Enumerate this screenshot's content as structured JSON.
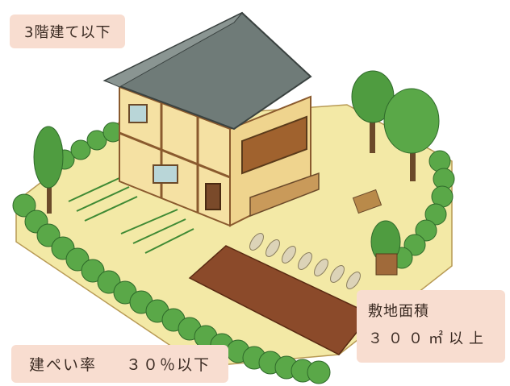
{
  "labels": {
    "floors": "3階建て以下",
    "site_area_title": "敷地面積",
    "site_area_value": "３００㎡以上",
    "coverage_label": "建ぺい率",
    "coverage_value": "３０％以下"
  },
  "colors": {
    "ground": "#f3e9a6",
    "wall": "#f5e1a3",
    "timber": "#8a5a2e",
    "roof": "#6f7b78",
    "hedge": "#5aa848",
    "soil": "#8b4a2a",
    "label_bg": "#f8ddd0"
  }
}
